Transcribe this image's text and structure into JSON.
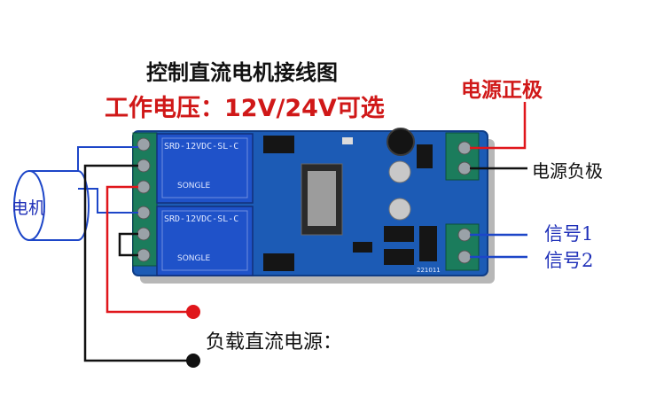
{
  "title": "控制直流电机接线图",
  "subtitle": "工作电压：12V/24V可选",
  "labels": {
    "motor": "电机",
    "power_positive": "电源正极",
    "power_negative": "电源负极",
    "signal1": "信号1",
    "signal2": "信号2",
    "load_dc_power": "负载直流电源："
  },
  "board_text": {
    "relay_top": "SRD-12VDC-SL-C",
    "relay_bottom": "SRD-12VDC-SL-C",
    "relay_brand": "SONGLE",
    "serial": "221011"
  },
  "colors": {
    "board": "#1c5bb5",
    "title": "#111111",
    "subtitle": "#d01818",
    "red_wire": "#e0161b",
    "black_wire": "#111111",
    "blue_wire": "#1d46c8",
    "signal_text": "#1e2fb8"
  }
}
